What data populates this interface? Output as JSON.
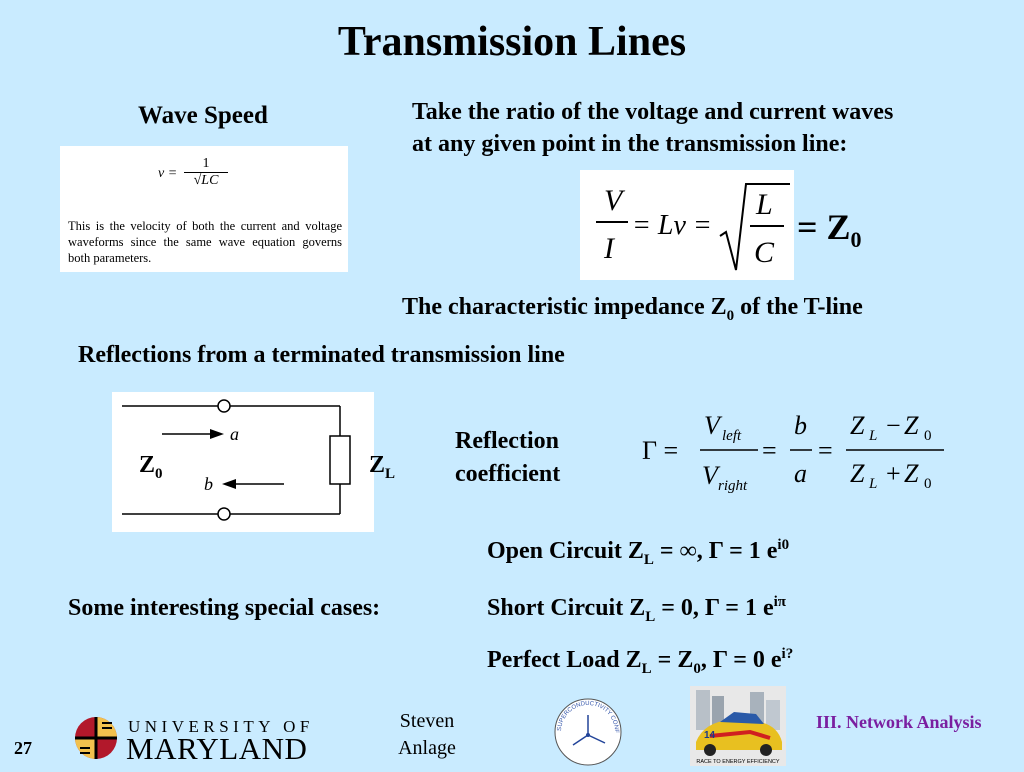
{
  "slide": {
    "title": "Transmission Lines",
    "page_number": "27",
    "author_line1": "Steven",
    "author_line2": "Anlage",
    "section": "III. Network Analysis"
  },
  "wave_speed": {
    "heading": "Wave Speed",
    "equation_v": "v =",
    "equation_num": "1",
    "equation_den": "LC",
    "description": "This is the velocity of both the current and voltage waveforms since the same wave equation governs both parameters."
  },
  "ratio": {
    "text_line1": "Take the ratio of the voltage and current waves",
    "text_line2": "at any given point in the transmission line:",
    "eq_V": "V",
    "eq_I": "I",
    "eq_mid": "= Lv =",
    "eq_L": "L",
    "eq_C": "C",
    "z0_eq": "= Z",
    "z0_sub": "0"
  },
  "characteristic": {
    "text": "The characteristic impedance Z",
    "sub": "0",
    "text_after": " of the T-line"
  },
  "reflections": {
    "heading": "Reflections from a terminated transmission line",
    "z0": "Z",
    "z0_sub": "0",
    "zl": "Z",
    "zl_sub": "L",
    "wave_a": "a",
    "wave_b": "b",
    "coef_line1": "Reflection",
    "coef_line2": "coefficient",
    "gamma": "Γ =",
    "v": "V",
    "left_sub": "left",
    "right_sub": "right",
    "eq": "=",
    "frac_b": "b",
    "frac_a": "a",
    "zl_minus": "Z",
    "minus": "−",
    "plus": "+"
  },
  "cases": {
    "heading": "Some interesting special cases:",
    "open_prefix": "Open Circuit Z",
    "open_sub": "L",
    "open_mid": " = ∞, Γ = 1 e",
    "open_sup": "i0",
    "short_prefix": "Short Circuit Z",
    "short_sub": "L",
    "short_mid": " = 0, Γ = 1 e",
    "short_sup": "iπ",
    "perfect_prefix": "Perfect Load Z",
    "perfect_sub": "L",
    "perfect_mid": " = Z",
    "perfect_sub2": "0",
    "perfect_mid2": ", Γ = 0 e",
    "perfect_sup": "i?"
  },
  "logos": {
    "umd_line1": "UNIVERSITY OF",
    "umd_line2": "MARYLAND",
    "conf_text": "APPLIED SUPERCONDUCTIVITY CONFERENCE",
    "race_text": "RACE TO ENERGY EFFICIENCY",
    "car_number": "14"
  },
  "colors": {
    "background": "#c9ebff",
    "section_color": "#7a1fa0"
  }
}
